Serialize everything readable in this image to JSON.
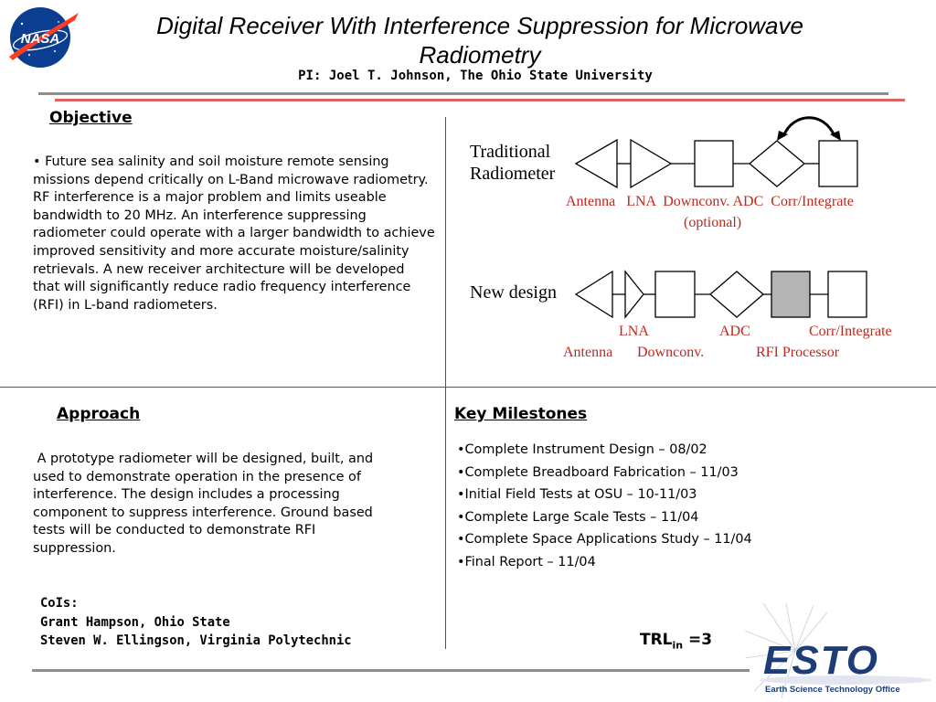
{
  "header": {
    "title_line1": "Digital Receiver With Interference Suppression for Microwave",
    "title_line2": "Radiometry",
    "pi": "PI: Joel T. Johnson, The Ohio State University"
  },
  "logo_nasa": {
    "text": "NASA"
  },
  "objective": {
    "heading": "Objective",
    "text": "• Future sea salinity and soil moisture remote sensing missions depend critically on L-Band microwave radiometry. RF interference is a major problem and limits useable bandwidth to 20 MHz. An interference suppressing radiometer could operate with a larger bandwidth to achieve improved sensitivity and more accurate moisture/salinity retrievals. A new receiver architecture will be developed that will significantly reduce radio frequency interference (RFI) in L-band radiometers."
  },
  "diagram": {
    "traditional_label_1": "Traditional",
    "traditional_label_2": "Radiometer",
    "traditional_components": "Antenna   LNA  Downconv. ADC  Corr/Integrate",
    "traditional_optional": "(optional)",
    "new_label": "New design",
    "new_lna": "LNA",
    "new_adc": "ADC",
    "new_corr": "Corr/Integrate",
    "new_antenna": "Antenna",
    "new_downconv": "Downconv.",
    "new_rfi": "RFI Processor"
  },
  "approach": {
    "heading": "Approach",
    "text": " A prototype radiometer will be designed, built, and used to demonstrate operation in the presence of interference. The design includes a processing component to suppress interference. Ground based tests will be conducted to demonstrate RFI suppression."
  },
  "cois": {
    "heading": "CoIs:",
    "names": [
      "Grant Hampson, Ohio State",
      "Steven W. Ellingson, Virginia Polytechnic"
    ]
  },
  "milestones": {
    "heading": "Key Milestones",
    "items": [
      "•Complete Instrument Design – 08/02",
      "•Complete Breadboard Fabrication – 11/03",
      "•Initial Field Tests at OSU – 10-11/03",
      "•Complete Large Scale Tests – 11/04",
      "•Complete Space Applications Study – 11/04",
      "•Final Report – 11/04"
    ]
  },
  "trl": {
    "prefix": "TRL",
    "subscript": "in",
    "value": " =3"
  },
  "esto": {
    "word": "ESTO",
    "subtitle": "Earth Science Technology Office"
  },
  "colors": {
    "label_red": "#c0281e",
    "esto_blue": "#1e3c78",
    "nasa_blue": "#0b3d91",
    "nasa_red": "#fc3d21"
  }
}
